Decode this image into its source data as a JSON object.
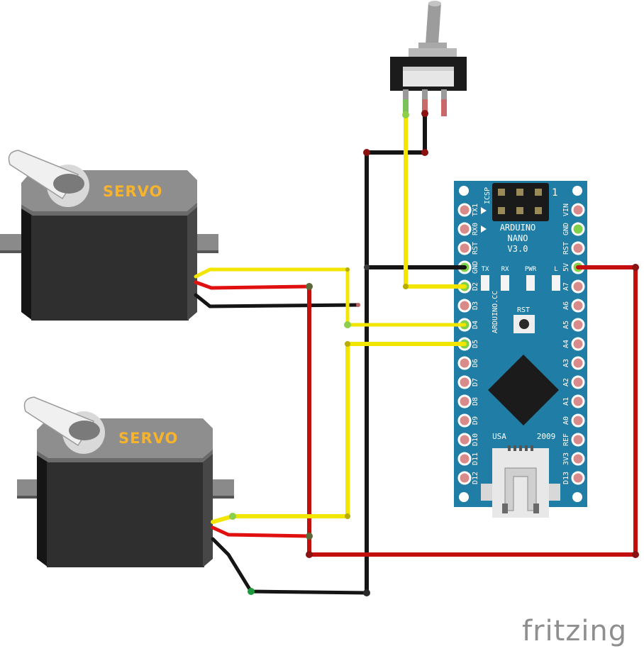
{
  "servo1": {
    "label": "SERVO"
  },
  "servo2": {
    "label": "SERVO"
  },
  "nano": {
    "icsp": "ICSP",
    "pin_one": "1",
    "name_line1": "ARDUINO",
    "name_line2": "NANO",
    "name_line3": "V3.0",
    "brand": "ARDUINO.CC",
    "led_tx": "TX",
    "led_rx": "RX",
    "led_pwr": "PWR",
    "led_l": "L",
    "rst_button": "RST",
    "origin": "USA",
    "year": "2009",
    "left_pins": [
      "TX1",
      "RX0",
      "RST",
      "GND",
      "D2",
      "D3",
      "D4",
      "D5",
      "D6",
      "D7",
      "D8",
      "D9",
      "D10",
      "D11",
      "D12"
    ],
    "right_pins": [
      "VIN",
      "GND",
      "RST",
      "5V",
      "A7",
      "A6",
      "A5",
      "A4",
      "A3",
      "A2",
      "A1",
      "A0",
      "REF",
      "3V3",
      "D13"
    ]
  },
  "watermark": "fritzing",
  "colors": {
    "wire_yellow": "#f2e600",
    "wire_red": "#c3100f",
    "wire_black": "#151515",
    "board_blue": "#1f7da6",
    "servo_body": "#2f2f2f",
    "servo_top": "#8e8e8e",
    "servo_label": "#f7b32c"
  }
}
